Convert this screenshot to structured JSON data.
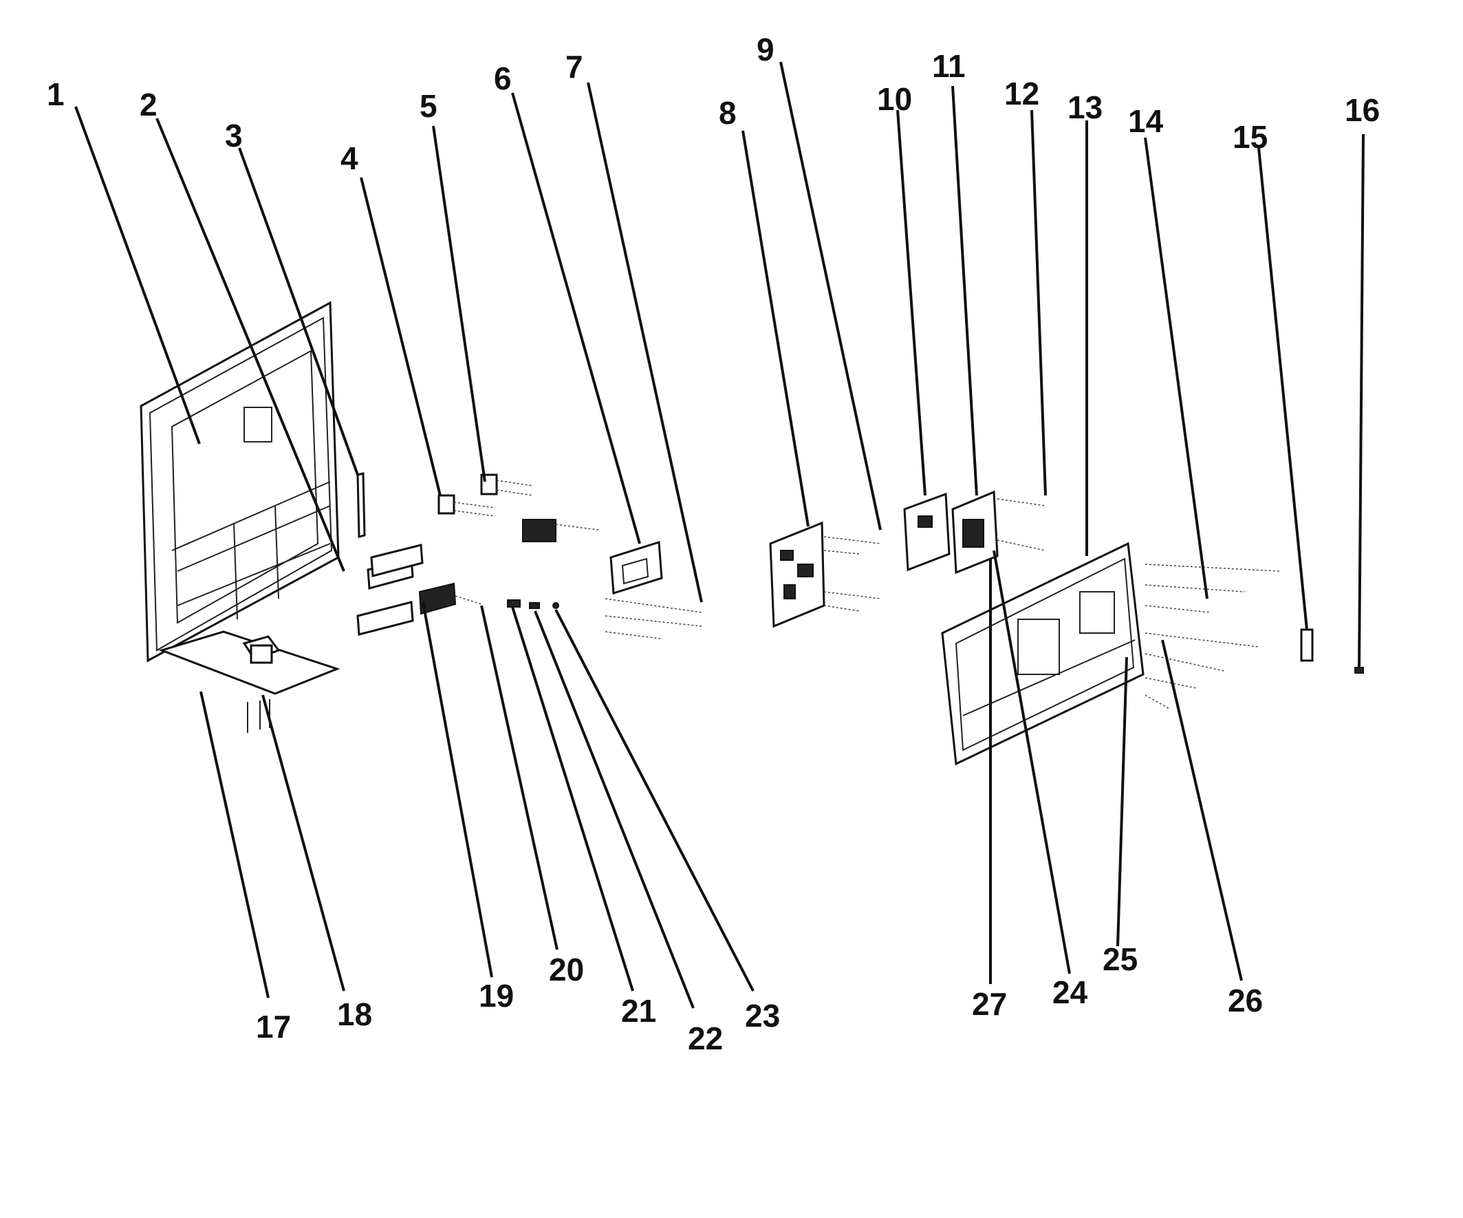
{
  "callouts": [
    {
      "id": "1"
    },
    {
      "id": "2"
    },
    {
      "id": "3"
    },
    {
      "id": "4"
    },
    {
      "id": "5"
    },
    {
      "id": "6"
    },
    {
      "id": "7"
    },
    {
      "id": "8"
    },
    {
      "id": "9"
    },
    {
      "id": "10"
    },
    {
      "id": "11"
    },
    {
      "id": "12"
    },
    {
      "id": "13"
    },
    {
      "id": "14"
    },
    {
      "id": "15"
    },
    {
      "id": "16"
    },
    {
      "id": "17"
    },
    {
      "id": "18"
    },
    {
      "id": "19"
    },
    {
      "id": "20"
    },
    {
      "id": "21"
    },
    {
      "id": "22"
    },
    {
      "id": "23"
    },
    {
      "id": "24"
    },
    {
      "id": "25"
    },
    {
      "id": "26"
    },
    {
      "id": "27"
    }
  ],
  "colors": {
    "ink": "#111111",
    "background": "#ffffff"
  }
}
